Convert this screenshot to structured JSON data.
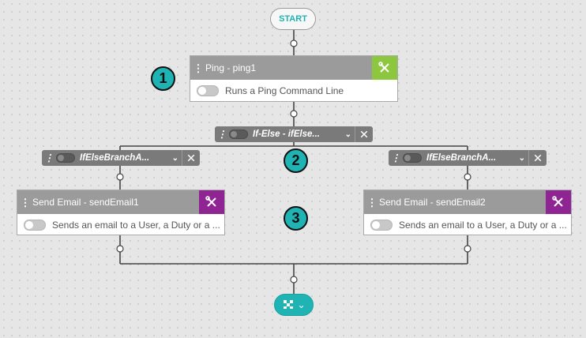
{
  "start_label": "START",
  "ping_card": {
    "title": "Ping - ping1",
    "description": "Runs a Ping Command Line",
    "tool_color": "#8dc63f"
  },
  "ifelse_pill": {
    "label": "If-Else - ifElse..."
  },
  "branch_left": {
    "label": "IfElseBranchA..."
  },
  "branch_right": {
    "label": "IfElseBranchA..."
  },
  "email_card_1": {
    "title": "Send Email - sendEmail1",
    "description": "Sends an email to a User, a Duty or a ...",
    "tool_color": "#8e2592"
  },
  "email_card_2": {
    "title": "Send Email - sendEmail2",
    "description": "Sends an email to a User, a Duty or a ...",
    "tool_color": "#8e2592"
  },
  "steps": [
    "1",
    "2",
    "3"
  ],
  "end_button": {
    "icon": "flag-icon",
    "chevron": "chevron-down-icon"
  },
  "colors": {
    "accent": "#1fb3b3",
    "canvas": "#e6e6e6"
  }
}
